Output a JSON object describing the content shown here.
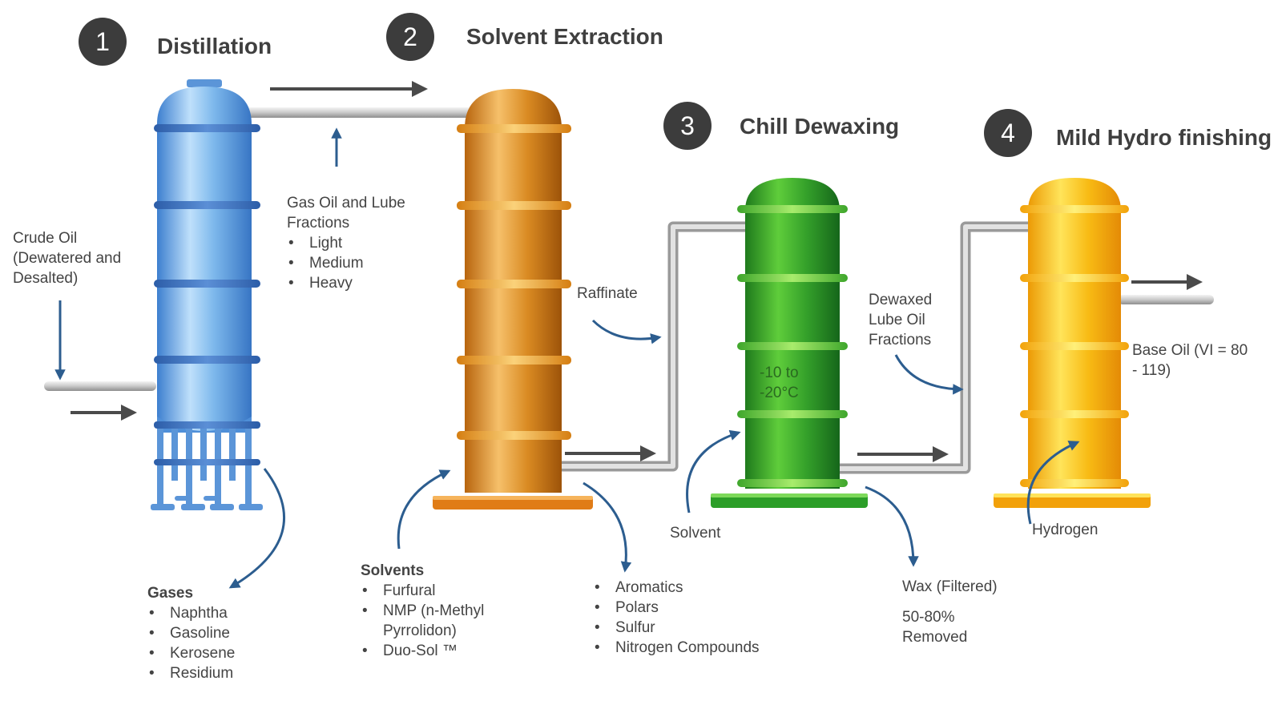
{
  "steps": [
    {
      "number": "1",
      "title": "Distillation"
    },
    {
      "number": "2",
      "title": "Solvent Extraction"
    },
    {
      "number": "3",
      "title": "Chill Dewaxing"
    },
    {
      "number": "4",
      "title": "Mild Hydro finishing"
    }
  ],
  "labels": {
    "crude_oil": "Crude Oil (Dewatered and Desalted)",
    "gas_oil_title": "Gas Oil and Lube Fractions",
    "gas_oil_items": [
      "Light",
      "Medium",
      "Heavy"
    ],
    "raffinate": "Raffinate",
    "temperature": "-10 to -20°C",
    "dewaxed": "Dewaxed Lube Oil Fractions",
    "base_oil": "Base Oil (VI = 80 - 119)",
    "solvent": "Solvent",
    "hydrogen": "Hydrogen",
    "wax_filtered": "Wax (Filtered)",
    "wax_removed": "50-80% Removed"
  },
  "gases": {
    "title": "Gases",
    "items": [
      "Naphtha",
      "Gasoline",
      "Kerosene",
      "Residium"
    ]
  },
  "solvents": {
    "title": "Solvents",
    "items": [
      "Furfural",
      "NMP (n-Methyl Pyrrolidon)",
      "Duo-Sol ™"
    ]
  },
  "extract_items": [
    "Aromatics",
    "Polars",
    "Sulfur",
    "Nitrogen Compounds"
  ],
  "colors": {
    "column_1": "#5fa0e0",
    "column_2": "#d88a1c",
    "column_3": "#3aa02c",
    "column_4": "#f2b00a",
    "arrow": "#2c5d8f",
    "badge": "#3c3c3c"
  }
}
